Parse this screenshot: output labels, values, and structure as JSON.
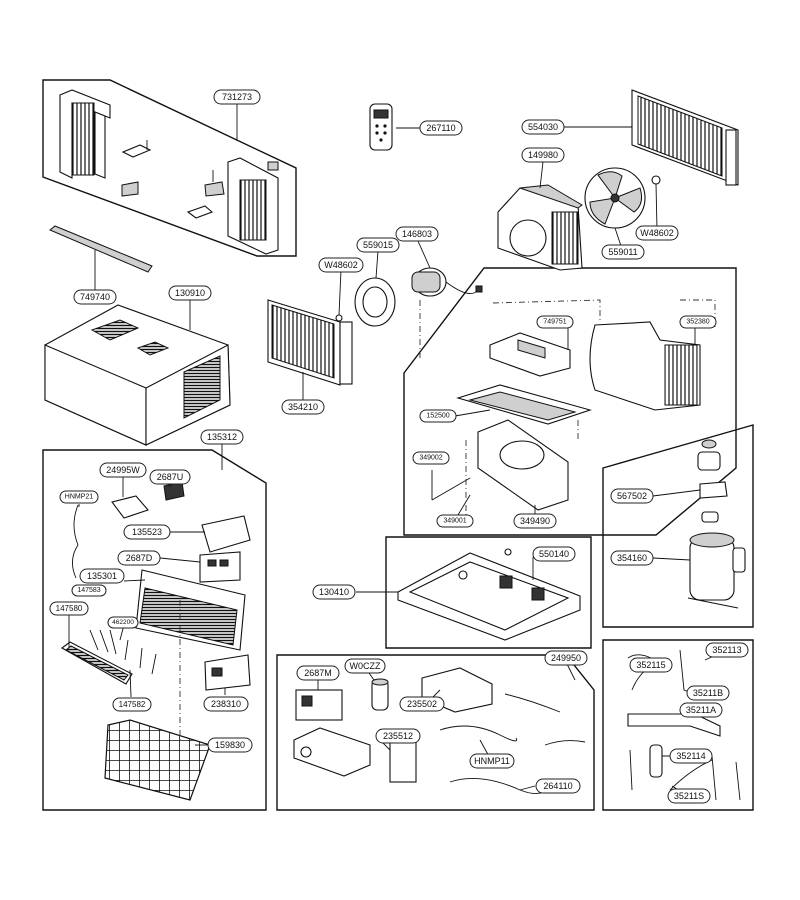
{
  "labels": {
    "p731273": "731273",
    "p267110": "267110",
    "p554030": "554030",
    "p149980": "149980",
    "p559011": "559011",
    "pW48602a": "W48602",
    "p146803": "146803",
    "p559015": "559015",
    "pW48602b": "W48602",
    "p749740": "749740",
    "p130910": "130910",
    "p354210": "354210",
    "p749751": "749751",
    "p352380": "352380",
    "p152500": "152500",
    "p349002": "349002",
    "p349001": "349001",
    "p349490": "349490",
    "p135312": "135312",
    "p24995W": "24995W",
    "p2687U": "2687U",
    "pHNMP21": "HNMP21",
    "p135523": "135523",
    "p2687D": "2687D",
    "p135301": "135301",
    "p147583": "147583",
    "p147580": "147580",
    "p462200": "462200",
    "p147582": "147582",
    "p238310": "238310",
    "p159830": "159830",
    "p130410": "130410",
    "p550140": "550140",
    "p567502": "567502",
    "p354160": "354160",
    "p249950": "249950",
    "p2687M": "2687M",
    "pW0CZZ": "W0CZZ",
    "p235502": "235502",
    "p235512": "235512",
    "pHNMP11": "HNMP11",
    "p264110": "264110",
    "p352115": "352115",
    "p352113": "352113",
    "p35211B": "35211B",
    "p35211A": "35211A",
    "p352114": "352114",
    "p35211S": "35211S"
  }
}
